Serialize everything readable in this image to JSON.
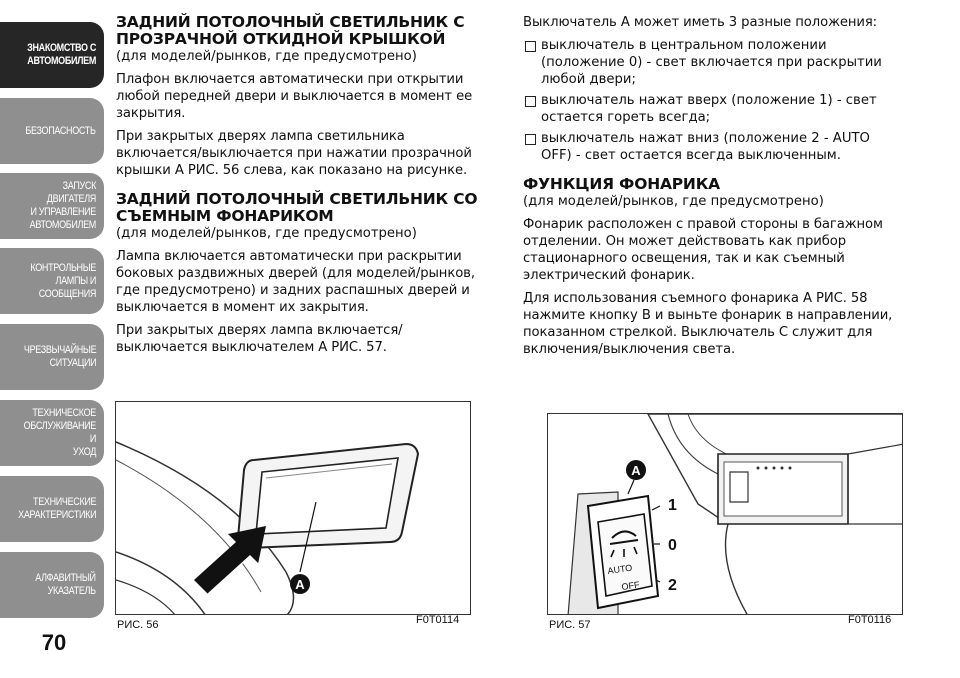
{
  "sidebar": {
    "tabs": [
      {
        "label": "ЗНАКОМСТВО С\nАВТОМОБИЛЕМ",
        "active": true
      },
      {
        "label": "БЕЗОПАСНОСТЬ",
        "active": false
      },
      {
        "label": "ЗАПУСК ДВИГАТЕЛЯ\nИ УПРАВЛЕНИЕ\nАВТОМОБИЛЕМ",
        "active": false
      },
      {
        "label": "КОНТРОЛЬНЫЕ\nЛАМПЫ И\nСООБЩЕНИЯ",
        "active": false
      },
      {
        "label": "ЧРЕЗВЫЧАЙНЫЕ\nСИТУАЦИИ",
        "active": false
      },
      {
        "label": "ТЕХНИЧЕСКОЕ\nОБСЛУЖИВАНИЕ И\nУХОД",
        "active": false
      },
      {
        "label": "ТЕХНИЧЕСКИЕ\nХАРАКТЕРИСТИКИ",
        "active": false
      },
      {
        "label": "АЛФАВИТНЫЙ\nУКАЗАТЕЛЬ",
        "active": false
      }
    ],
    "page_number": "70"
  },
  "left": {
    "s1_title": "ЗАДНИЙ ПОТОЛОЧНЫЙ СВЕТИЛЬНИК С ПРОЗРАЧНОЙ ОТКИДНОЙ КРЫШКОЙ",
    "s1_sub": "(для моделей/рынков, где предусмотрено)",
    "s1_p1": "Плафон включается автоматически при открытии любой передней двери и выключается в момент ее закрытия.",
    "s1_p2": "При закрытых дверях лампа светильника включается/выключается при нажатии прозрачной крышки А РИС. 56 слева, как показано на рисунке.",
    "s2_title": "ЗАДНИЙ ПОТОЛОЧНЫЙ СВЕТИЛЬНИК СО СЪЕМНЫМ ФОНАРИКОМ",
    "s2_sub": "(для моделей/рынков, где предусмотрено)",
    "s2_p1": "Лампа включается автоматически при раскрытии боковых раздвижных дверей (для моделей/рынков, где предусмотрено) и задних распашных дверей и выключается в момент их закрытия.",
    "s2_p2": "При закрытых дверях лампа включается/ выключается выключателем А РИС. 57."
  },
  "right": {
    "intro": "Выключатель А может иметь 3 разные положения:",
    "bullets": [
      "выключатель в центральном положении (положение 0) - свет включается при раскрытии любой двери;",
      "выключатель нажат вверх (положение 1) - свет остается гореть всегда;",
      "выключатель нажат вниз (положение 2 - AUTO OFF) - свет остается всегда выключенным."
    ],
    "s3_title": "ФУНКЦИЯ ФОНАРИКА",
    "s3_sub": "(для моделей/рынков, где предусмотрено)",
    "s3_p1": "Фонарик расположен с правой стороны в багажном отделении. Он может действовать как прибор стационарного освещения, так и как съемный электрический фонарик.",
    "s3_p2": "Для использования съемного фонарика А РИС. 58 нажмите кнопку В и выньте фонарик в направлении, показанном стрелкой. Выключатель С служит для включения/выключения света."
  },
  "figures": {
    "fig56": {
      "caption": "РИС. 56",
      "code": "F0T0114",
      "label_a": "A"
    },
    "fig57": {
      "caption": "РИС. 57",
      "code": "F0T0116",
      "label_a": "A",
      "pos1": "1",
      "pos0": "0",
      "pos2": "2",
      "auto": "AUTO",
      "off": "OFF"
    }
  }
}
